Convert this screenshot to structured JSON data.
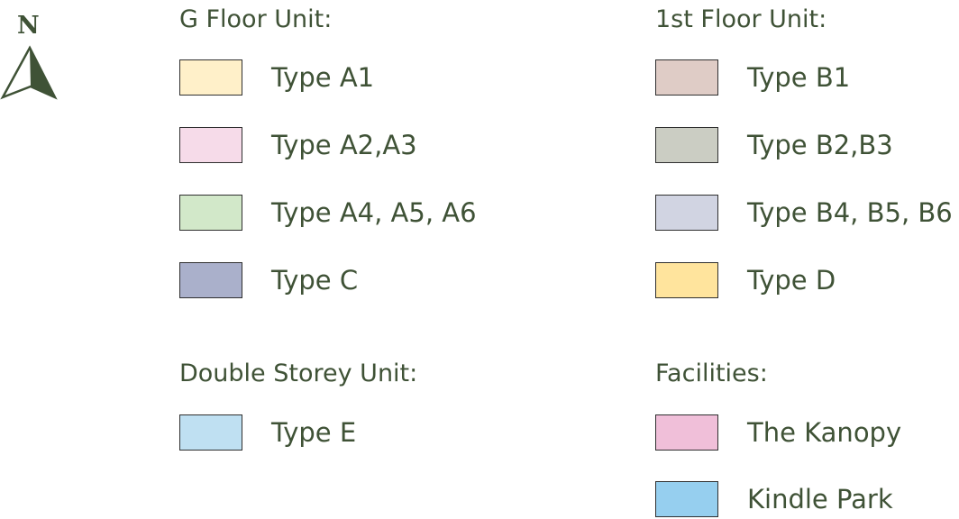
{
  "compass": {
    "letter": "N",
    "color": "#3f5236"
  },
  "legend": {
    "ground_floor": {
      "title": "G Floor Unit:",
      "items": [
        {
          "label": "Type A1",
          "color": "#fff0c9"
        },
        {
          "label": "Type A2,A3",
          "color": "#f6dbe9"
        },
        {
          "label": "Type A4, A5, A6",
          "color": "#d2e8c9"
        },
        {
          "label": "Type C",
          "color": "#aab0cb"
        }
      ]
    },
    "first_floor": {
      "title": "1st Floor Unit:",
      "items": [
        {
          "label": "Type B1",
          "color": "#dfccc6"
        },
        {
          "label": "Type B2,B3",
          "color": "#cbcdc3"
        },
        {
          "label": "Type B4, B5, B6",
          "color": "#d1d4e2"
        },
        {
          "label": "Type D",
          "color": "#ffe49d"
        }
      ]
    },
    "double_storey": {
      "title": "Double Storey Unit:",
      "items": [
        {
          "label": "Type E",
          "color": "#bfe0f2"
        }
      ]
    },
    "facilities": {
      "title": "Facilities:",
      "items": [
        {
          "label": "The Kanopy",
          "color": "#f0bfd9"
        },
        {
          "label": "Kindle Park",
          "color": "#96cfef"
        }
      ]
    }
  }
}
